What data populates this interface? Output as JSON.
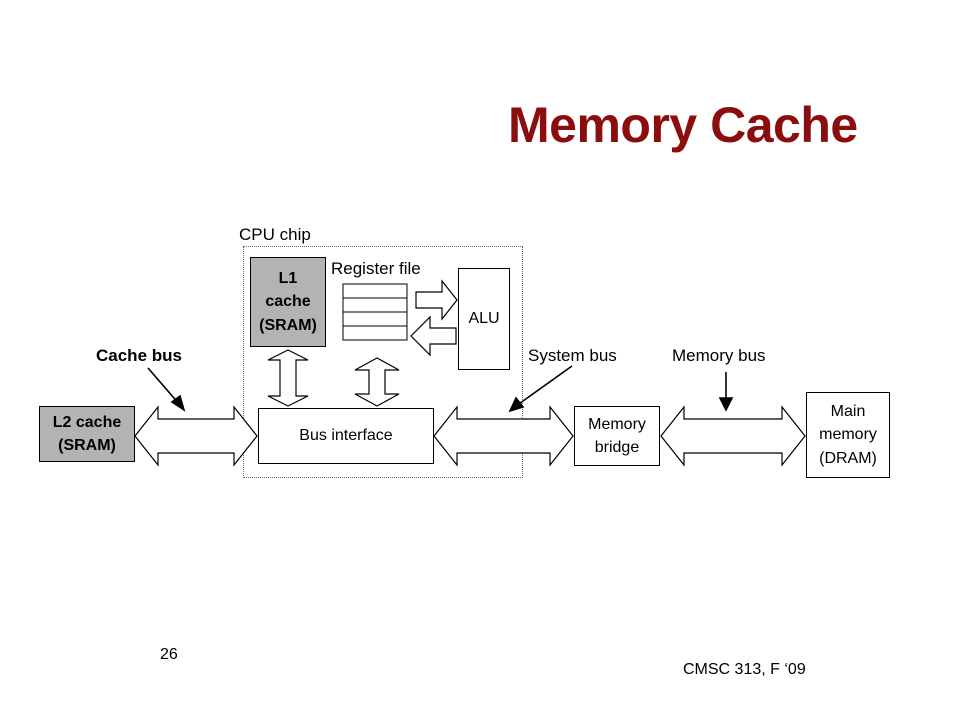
{
  "slide": {
    "title": "Memory Cache",
    "number": "26",
    "footer": "CMSC 313, F ‘09"
  },
  "diagram": {
    "cpu_chip_label": "CPU chip",
    "register_file_label": "Register file",
    "alu_label": "ALU",
    "l1_cache": [
      "L1",
      "cache",
      "(SRAM)"
    ],
    "l2_cache": [
      "L2 cache",
      "(SRAM)"
    ],
    "bus_interface_label": "Bus interface",
    "memory_bridge": [
      "Memory",
      "bridge"
    ],
    "main_memory": [
      "Main",
      "memory",
      "(DRAM)"
    ],
    "cache_bus_label": "Cache bus",
    "system_bus_label": "System bus",
    "memory_bus_label": "Memory bus"
  }
}
